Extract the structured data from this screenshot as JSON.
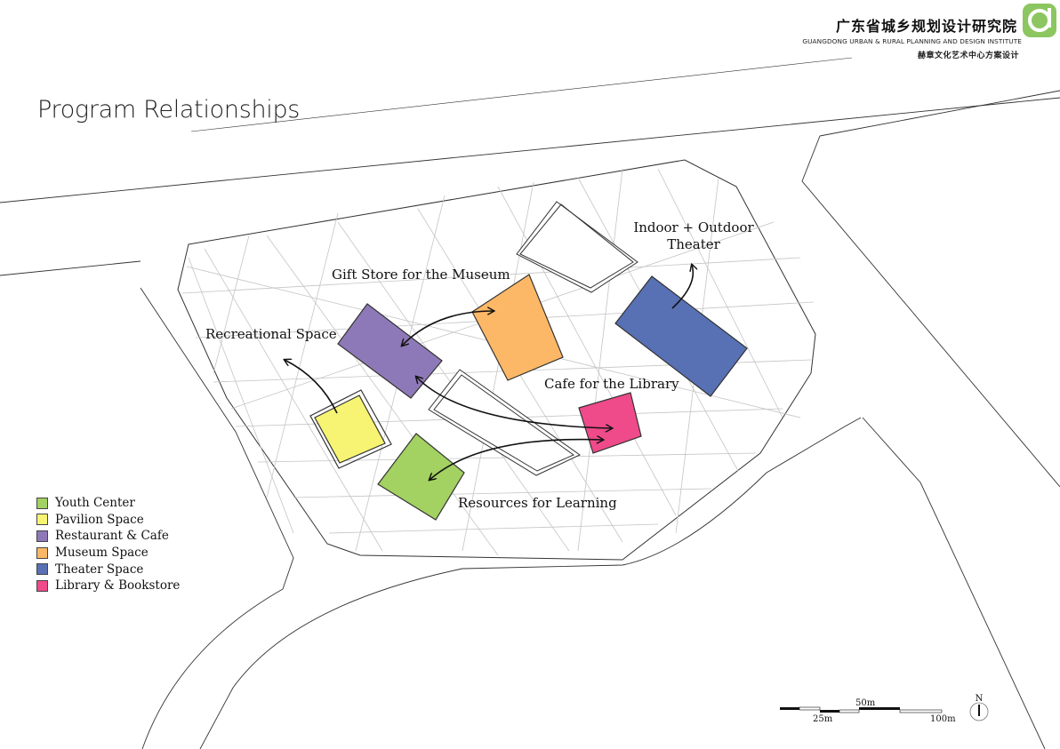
{
  "header": {
    "institute_cn": "广东省城乡规划设计研究院",
    "institute_en": "GUANGDONG URBAN & RURAL PLANNING AND DESIGN INSTITUTE",
    "project_cn": "赫章文化艺术中心方案设计"
  },
  "page_title": "Program Relationships",
  "colors": {
    "youth": "#a3d162",
    "pavilion": "#f7f473",
    "restaurant": "#8e79b8",
    "museum": "#fcb866",
    "theater": "#5870b4",
    "library": "#ef4a8a",
    "logo": "#8cc660"
  },
  "labels": {
    "indoor_outdoor_1": "Indoor + Outdoor",
    "indoor_outdoor_2": "Theater",
    "gift_store": "Gift Store for the Museum",
    "recreational": "Recreational Space",
    "cafe": "Cafe for the Library",
    "resources": "Resources for Learning"
  },
  "legend": [
    {
      "label": "Youth Center",
      "color": "#a3d162"
    },
    {
      "label": "Pavilion Space",
      "color": "#f7f473"
    },
    {
      "label": "Restaurant & Cafe",
      "color": "#8e79b8"
    },
    {
      "label": "Museum Space",
      "color": "#fcb866"
    },
    {
      "label": "Theater Space",
      "color": "#5870b4"
    },
    {
      "label": "Library & Bookstore",
      "color": "#ef4a8a"
    }
  ],
  "scale_bar": {
    "label_25": "25m",
    "label_50": "50m",
    "label_100": "100m"
  },
  "north": "N"
}
